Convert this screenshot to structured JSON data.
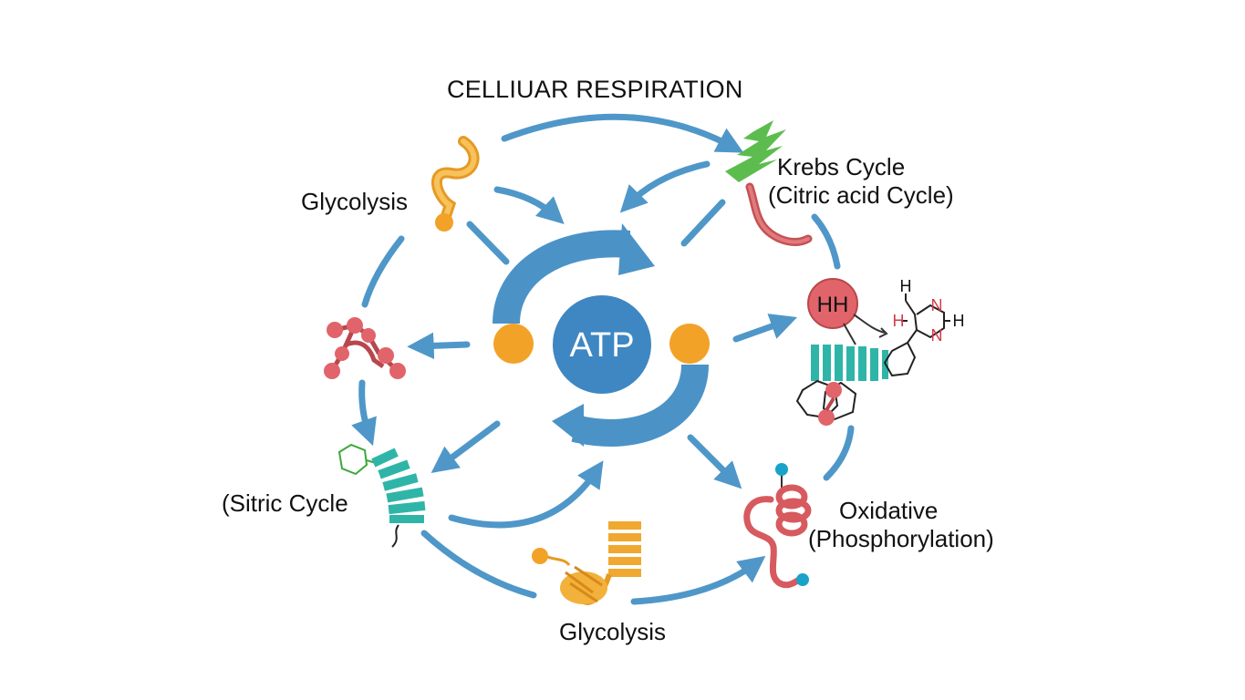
{
  "title": "CELLIUAR RESPIRATION",
  "center": {
    "label": "ATP"
  },
  "labels": {
    "glycolysis_left": "Glycolysis",
    "krebs_line1": "Krebs Cycle",
    "krebs_line2": "(Citric acid Cycle)",
    "sitric": "(Sitric Cycle",
    "oxidative_line1": "Oxidative",
    "oxidative_line2": "(Phosphorylation)",
    "glycolysis_bottom": "Glycolysis"
  },
  "molecule": {
    "bead_label": "HH",
    "atoms": [
      "H",
      "H",
      "N",
      "H",
      "N"
    ]
  },
  "colors": {
    "arrow": "#4f97c8",
    "atp_circle": "#3e87c2",
    "orange_ball": "#f2a227",
    "molecule_red": "#e0646a",
    "helix_green": "#5cbd4e",
    "teal_coil": "#2fb5a8",
    "gold": "#f0b038",
    "nitrogen_red": "#d33a4a"
  }
}
